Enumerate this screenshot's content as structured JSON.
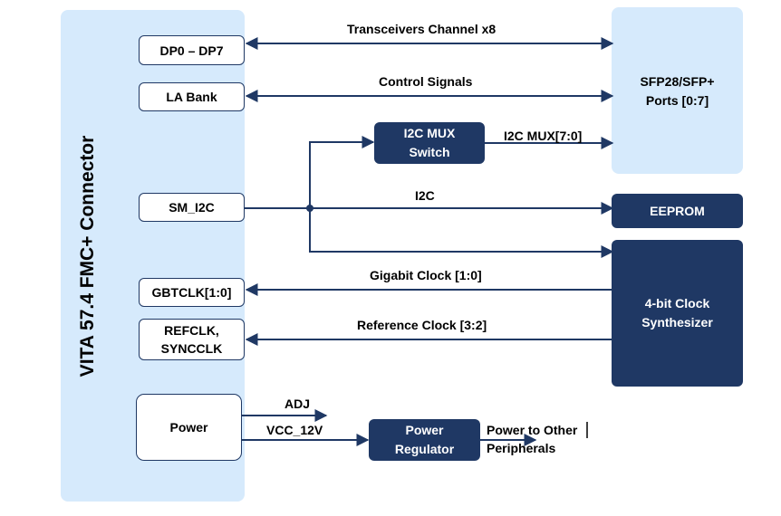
{
  "connector": {
    "title": "VITA 57.4 FMC+ Connector"
  },
  "pins": {
    "dp": "DP0 – DP7",
    "la": "LA Bank",
    "sm_i2c": "SM_I2C",
    "gbtclk": "GBTCLK[1:0]",
    "refclk_line1": "REFCLK,",
    "refclk_line2": "SYNCCLK",
    "power": "Power"
  },
  "blocks": {
    "sfp_line1": "SFP28/SFP+",
    "sfp_line2": "Ports [0:7]",
    "i2c_mux_line1": "I2C MUX",
    "i2c_mux_line2": "Switch",
    "eeprom": "EEPROM",
    "clock_line1": "4-bit Clock",
    "clock_line2": "Synthesizer",
    "regulator_line1": "Power",
    "regulator_line2": "Regulator"
  },
  "signals": {
    "transceivers": "Transceivers Channel x8",
    "control": "Control Signals",
    "i2c_mux_bus": "I2C MUX[7:0]",
    "i2c": "I2C",
    "gigabit_clock": "Gigabit Clock [1:0]",
    "reference_clock": "Reference Clock [3:2]",
    "adj": "ADJ",
    "vcc": "VCC_12V",
    "power_out_line1": "Power to Other",
    "power_out_line2": "Peripherals"
  },
  "colors": {
    "dark_block": "#1f3864",
    "light_panel": "#d6eafc",
    "line": "#1f3864"
  }
}
